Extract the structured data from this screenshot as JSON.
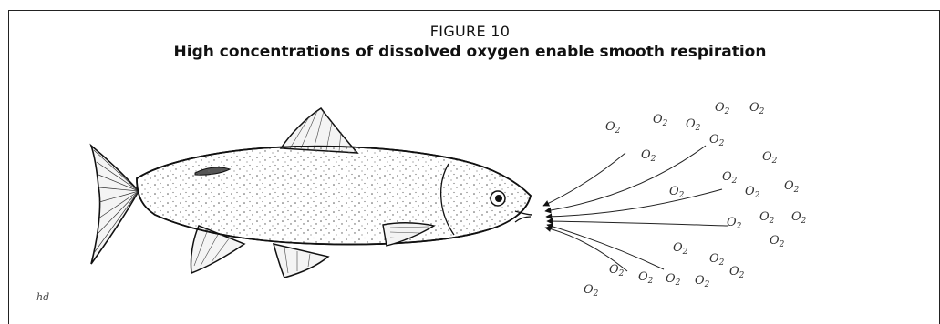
{
  "figure": {
    "label": "FIGURE 10",
    "title": "High concentrations of dissolved oxygen enable smooth respiration"
  },
  "molecule": {
    "symbol": "O",
    "subscript": "2"
  },
  "signature": "hd"
}
